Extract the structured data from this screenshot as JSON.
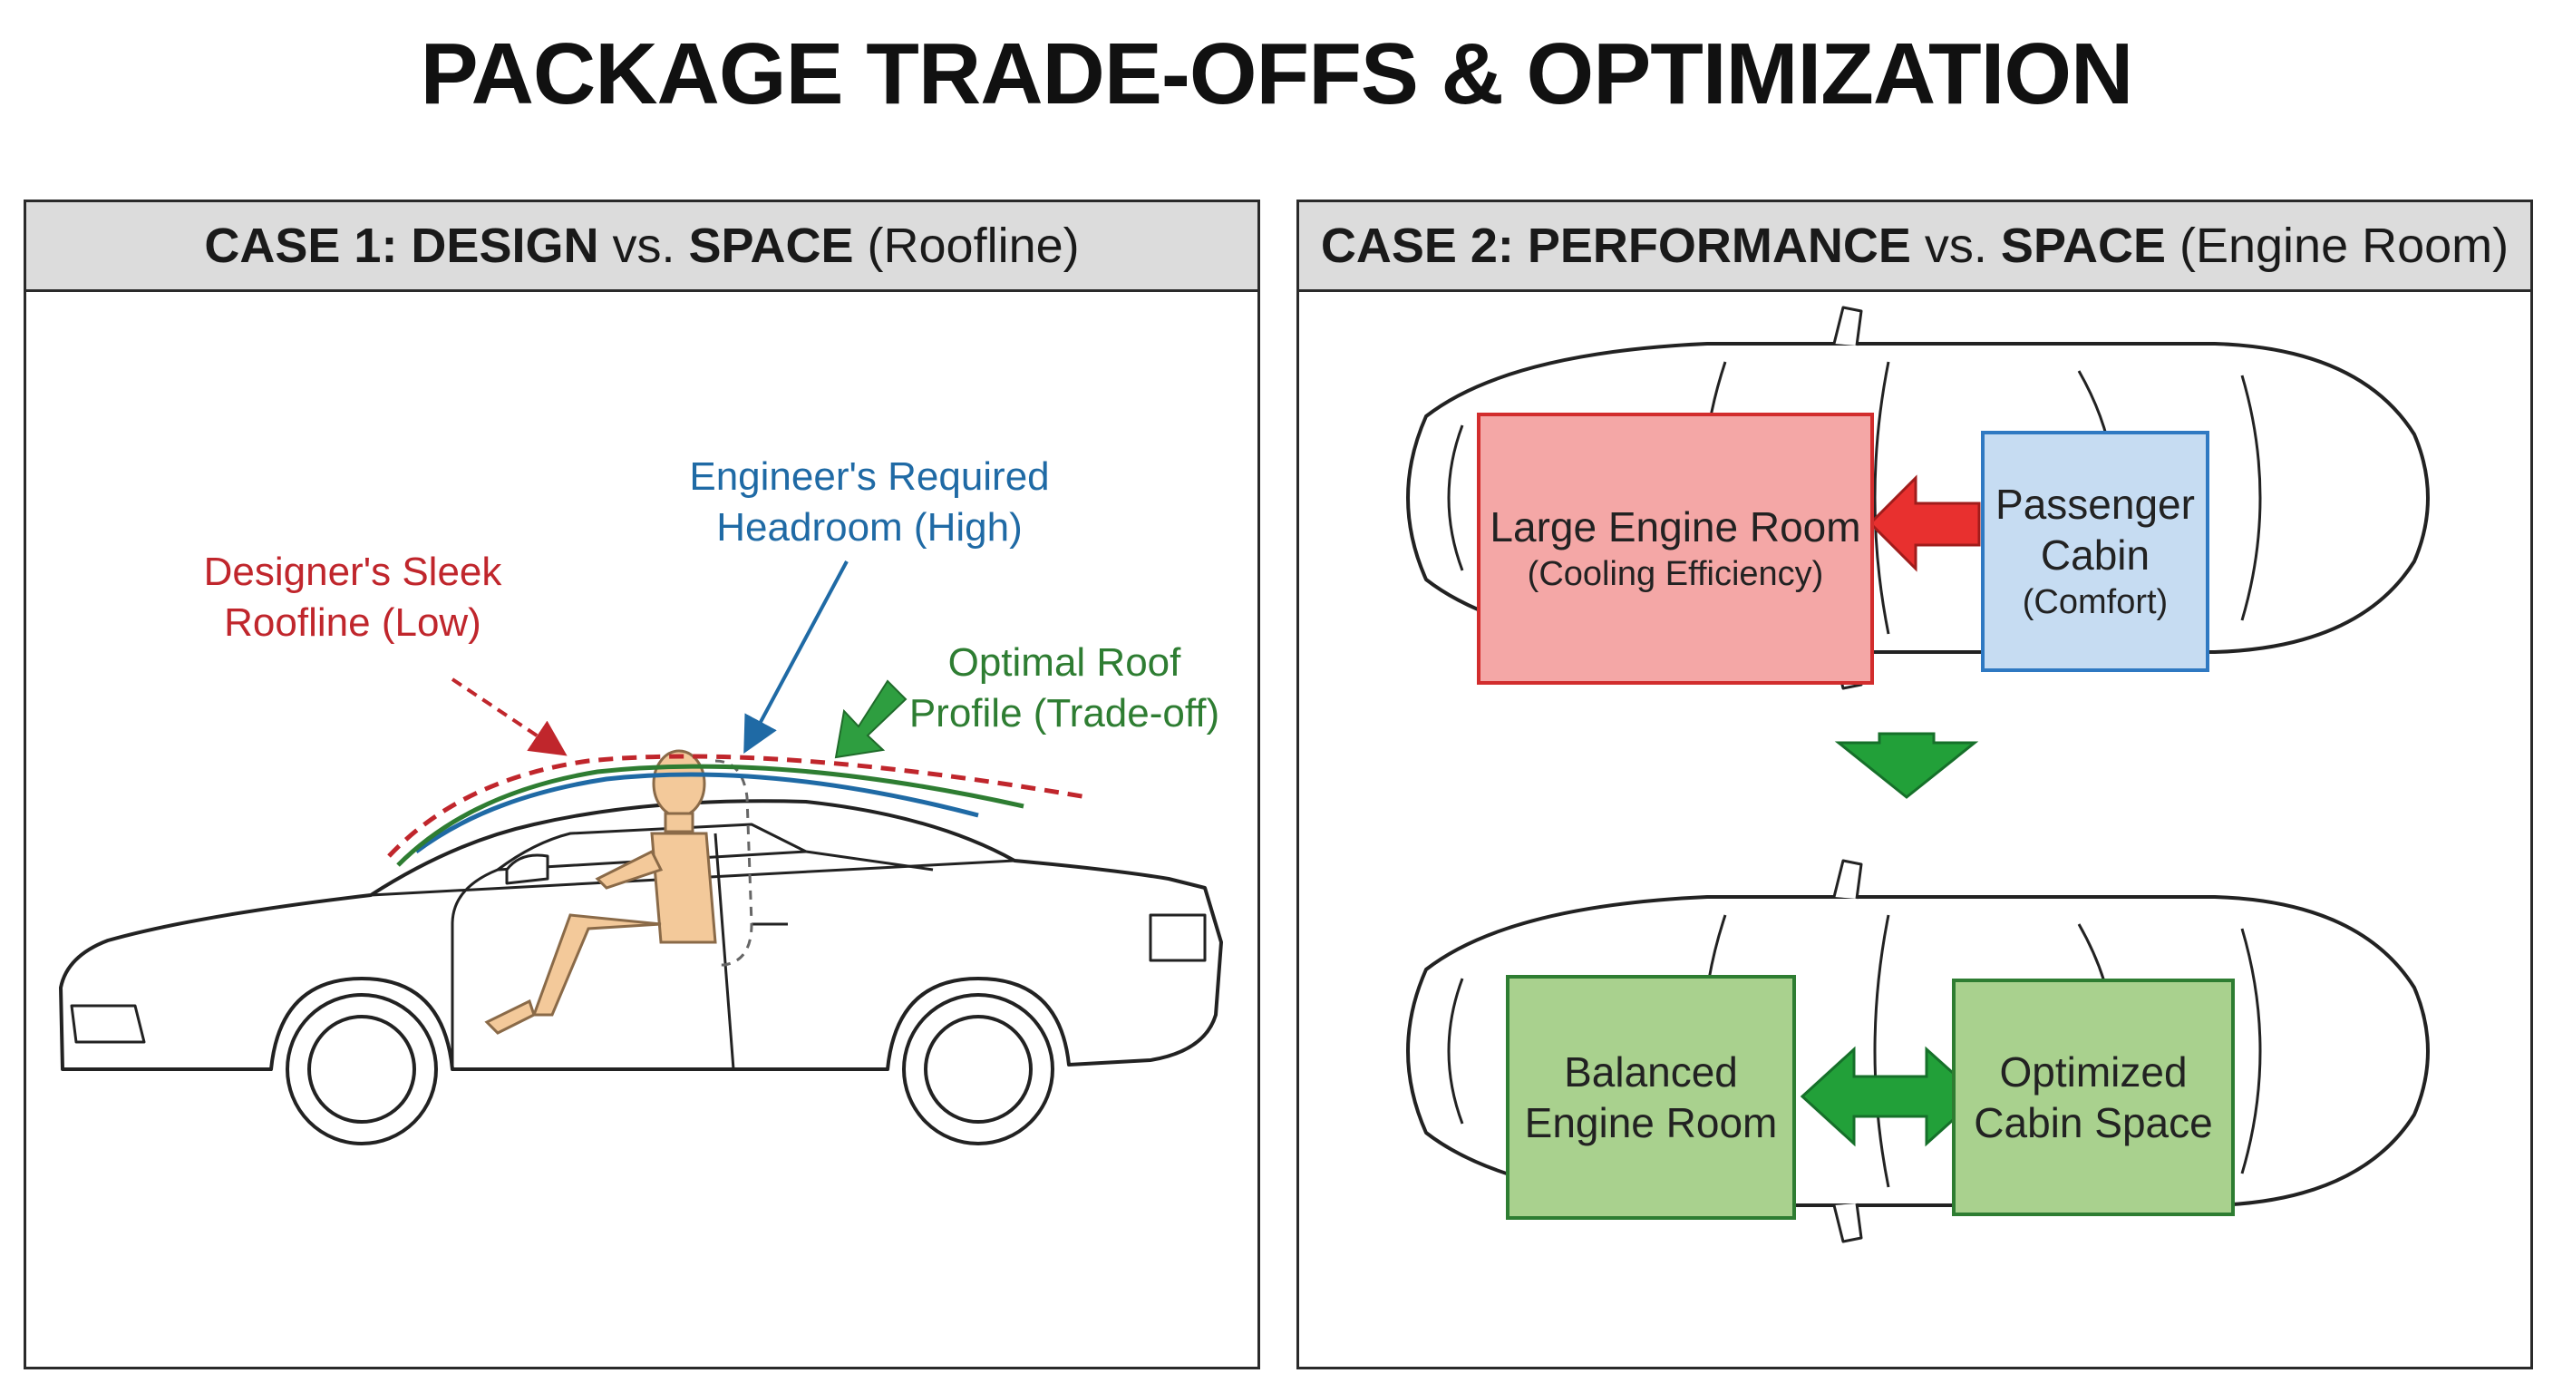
{
  "title": "PACKAGE TRADE-OFFS & OPTIMIZATION",
  "case1": {
    "head_bold1": "CASE 1: DESIGN",
    "head_vs": " vs. ",
    "head_bold2": "SPACE",
    "head_paren": " (Roofline)",
    "designer_line1": "Designer's Sleek",
    "designer_line2": "Roofline (Low)",
    "engineer_line1": "Engineer's Required",
    "engineer_line2": "Headroom (High)",
    "optimal_line1": "Optimal Roof",
    "optimal_line2": "Profile (Trade-off)"
  },
  "case2": {
    "head_bold1": "CASE 2: PERFORMANCE",
    "head_vs": " vs. ",
    "head_bold2": "SPACE",
    "head_paren": " (Engine Room)",
    "engine_main": "Large Engine Room",
    "engine_sub": "(Cooling Efficiency)",
    "cabin_main1": "Passenger",
    "cabin_main2": "Cabin",
    "cabin_sub": "(Comfort)",
    "balanced_line1": "Balanced",
    "balanced_line2": "Engine Room",
    "optimized_line1": "Optimized",
    "optimized_line2": "Cabin Space"
  },
  "colors": {
    "designer": "#c0262c",
    "engineer": "#1f6aa5",
    "optimal": "#2e7d32",
    "engine_fill": "#f4a7a6",
    "cabin_fill": "#c6dcf2",
    "balanced_fill": "#a9d18e"
  }
}
